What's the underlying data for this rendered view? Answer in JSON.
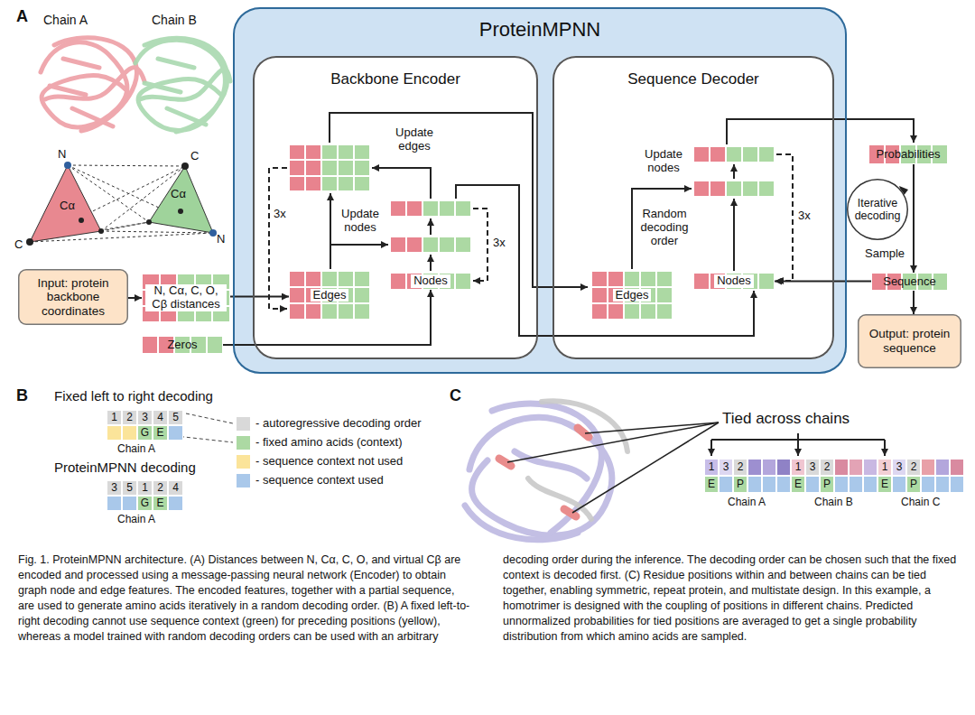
{
  "diagram": {
    "caption": "Fig. 1. ProteinMPNN architecture. (A) Distances between N, Cα, C, O, and virtual Cβ are encoded and processed using a message-passing neural network (Encoder) to obtain graph node and edge features. The encoded features, together with a partial sequence, are used to generate amino acids iteratively in a random decoding order. (B) A fixed left-to-right decoding cannot use sequence context (green) for preceding positions (yellow), whereas a model trained with random decoding orders can be used with an arbitrary decoding order during the inference. The decoding order can be chosen such that the fixed context is decoded first. (C) Residue positions within and between chains can be tied together, enabling symmetric, repeat protein, and multistate design. In this example, a homotrimer is designed with the coupling of positions in different chains. Predicted unnormalized probabilities for tied positions are averaged to get a single probability distribution from which amino acids are sampled.",
    "nodes": [
      {
        "text": [
          "Input: protein backbone coordinates"
        ]
      },
      {
        "text": [
          "N, Cα, C, O, Cβ distances"
        ]
      },
      {
        "text": [
          "Zeros"
        ]
      },
      {
        "text": [
          "ProteinMPNN"
        ]
      },
      {
        "text": [
          "Backbone Encoder"
        ],
        "in": 3
      },
      {
        "text": [
          "Edges"
        ],
        "in": 4
      },
      {
        "text": [
          "Nodes"
        ],
        "in": 4
      },
      {
        "text": [
          "Sequence Decoder"
        ],
        "in": 3
      },
      {
        "text": [
          "Edges"
        ],
        "in": 7
      },
      {
        "text": [
          "Nodes"
        ],
        "in": 7
      },
      {
        "text": [
          "Probabilities"
        ]
      },
      {
        "text": [
          "Iterative decoding"
        ]
      },
      {
        "text": [
          "Sequence"
        ]
      },
      {
        "text": [
          "Output: protein sequence"
        ]
      }
    ],
    "edges": [
      {
        "from": 0,
        "to": 1,
        "arrow": "to"
      },
      {
        "from": 1,
        "to": 5,
        "arrow": "to"
      },
      {
        "from": 2,
        "to": 6,
        "arrow": "to"
      },
      {
        "from": 10,
        "to": 12,
        "arrow": "to"
      },
      {
        "from": 12,
        "to": 9,
        "arrow": "to"
      },
      {
        "from": 12,
        "to": 13,
        "arrow": "to"
      }
    ],
    "labels": [
      "A",
      "Chain A",
      "Chain B",
      "N",
      "Cα",
      "C",
      "C",
      "Cα",
      "N",
      "Update edges",
      "3x",
      "Update nodes",
      "3x",
      "Update nodes",
      "Random decoding order",
      "3x",
      "Sample",
      "B",
      "Fixed left to right decoding",
      "1",
      "2",
      "3",
      "4",
      "5",
      "G",
      "E",
      "Chain A",
      "ProteinMPNN decoding",
      "3",
      "5",
      "1",
      "2",
      "4",
      "G",
      "E",
      "Chain A",
      "C",
      "Tied across chains",
      "1",
      "3",
      "2",
      "E",
      "P",
      "1",
      "3",
      "2",
      "E",
      "P",
      "1",
      "3",
      "2",
      "E",
      "P",
      "Chain A",
      "Chain B",
      "Chain C"
    ],
    "legend": [
      {
        "text": "- autoregressive decoding order",
        "color": "#d9d9d9"
      },
      {
        "text": "- fixed amino acids (context)",
        "color": "#acd9a3"
      },
      {
        "text": "- sequence context not used",
        "color": "#fbe49a"
      },
      {
        "text": "- sequence context used",
        "color": "#a9c8ea"
      }
    ]
  }
}
